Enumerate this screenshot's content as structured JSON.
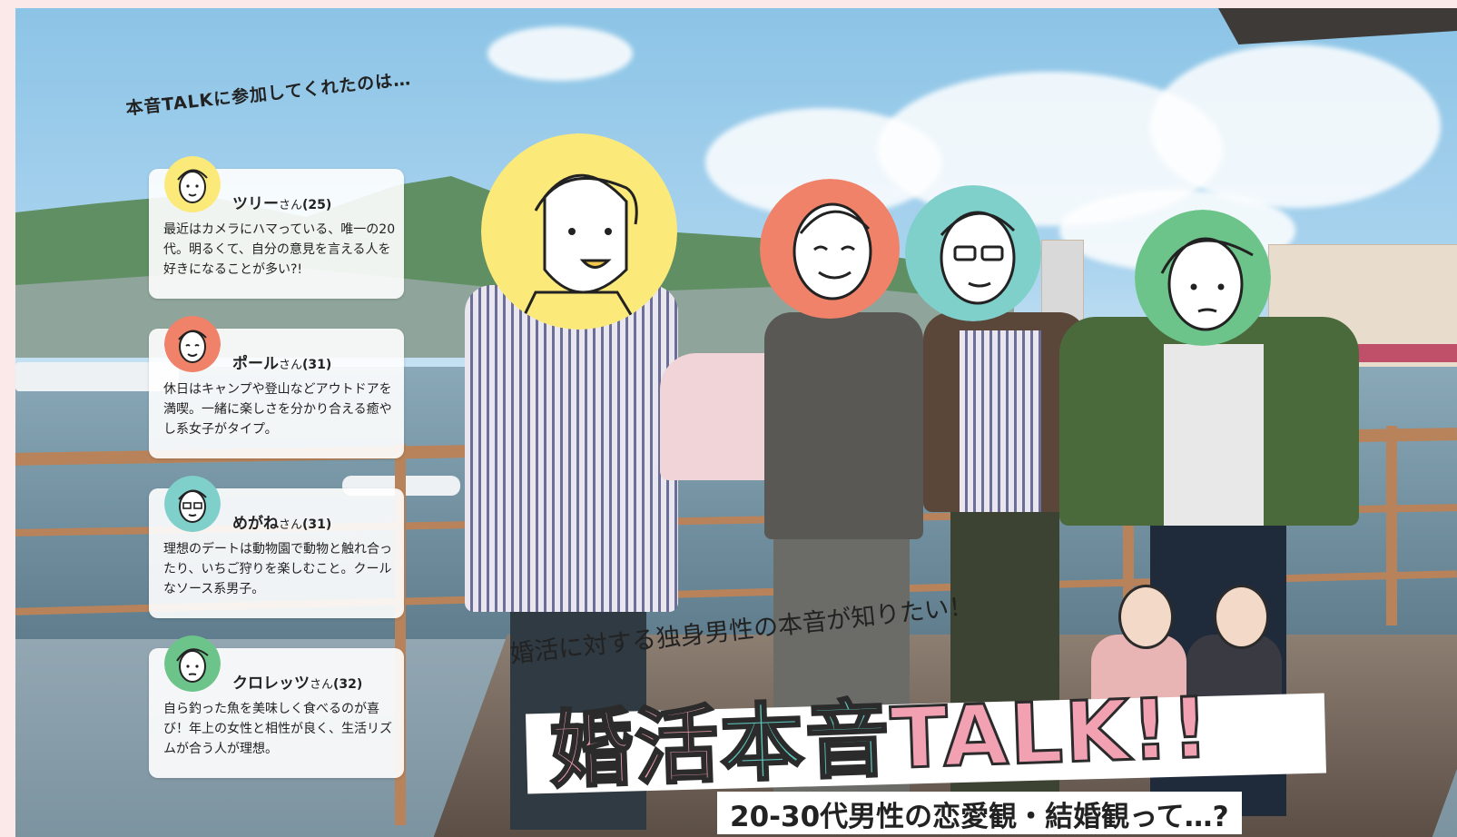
{
  "heading": "本音TALKに参加してくれたのは…",
  "participants": [
    {
      "name": "ツリー",
      "san": "さん",
      "age": "(25)",
      "desc": "最近はカメラにハマっている、唯一の20代。明るくて、自分の意見を言える人を好きになることが多い?!",
      "color": "#fbe97a"
    },
    {
      "name": "ポール",
      "san": "さん",
      "age": "(31)",
      "desc": "休日はキャンプや登山などアウトドアを満喫。一緒に楽しさを分かり合える癒やし系女子がタイプ。",
      "color": "#f0826a"
    },
    {
      "name": "めがね",
      "san": "さん",
      "age": "(31)",
      "desc": "理想のデートは動物園で動物と触れ合ったり、いちご狩りを楽しむこと。クールなソース系男子。",
      "color": "#7fcfcb"
    },
    {
      "name": "クロレッツ",
      "san": "さん",
      "age": "(32)",
      "desc": "自ら釣った魚を美味しく食べるのが喜び！年上の女性と相性が良く、生活リズムが合う人が理想。",
      "color": "#6cc48a"
    }
  ],
  "subtitle": "婚活に対する独身男性の本音が知りたい！",
  "title_pink1": "婚活",
  "title_teal": "本音",
  "title_pink2": "TALK!!",
  "bottom_line": "20-30代男性の恋愛観・結婚観って…?"
}
